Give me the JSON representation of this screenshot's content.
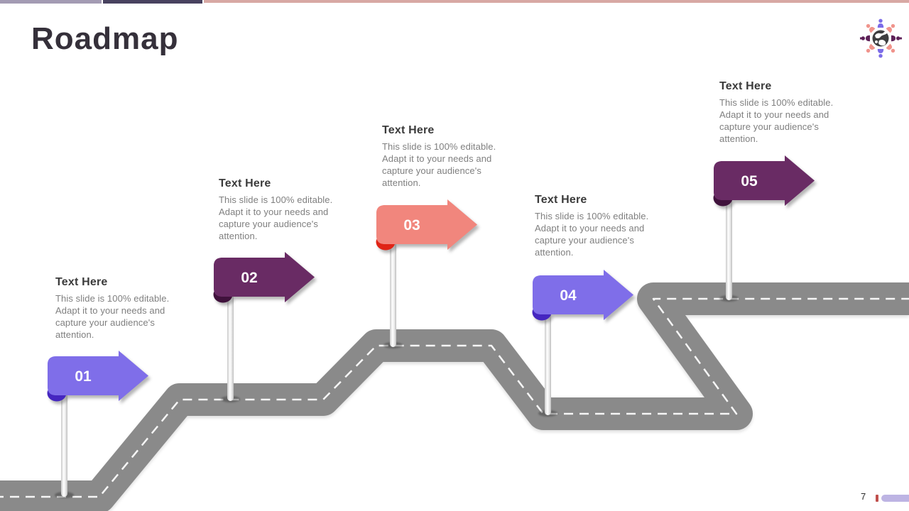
{
  "slide": {
    "title": "Roadmap",
    "page_number": "7"
  },
  "theme": {
    "top_bar_colors": [
      "#A39BB3",
      "#48425F",
      "#D8A8A4"
    ],
    "road_color": "#8A8A8A",
    "road_dash_color": "#FFFFFF",
    "footer_tick_color": "#C0504D",
    "footer_bar_color": "#BDB4E3"
  },
  "icons": {
    "logo": "globe-people-logo"
  },
  "milestones": [
    {
      "number": "01",
      "title": "Text Here",
      "body": "This slide is 100% editable. Adapt it to your needs and capture your audience's attention.",
      "sign_color": "#7F6EE9",
      "fold_color": "#4526C0"
    },
    {
      "number": "02",
      "title": "Text Here",
      "body": "This slide is 100% editable. Adapt it to your needs and capture your audience's attention.",
      "sign_color": "#692B64",
      "fold_color": "#40123C"
    },
    {
      "number": "03",
      "title": "Text Here",
      "body": "This slide is 100% editable. Adapt it to your needs and capture your audience's attention.",
      "sign_color": "#F1867D",
      "fold_color": "#E02416"
    },
    {
      "number": "04",
      "title": "Text Here",
      "body": "This slide is 100% editable. Adapt it to your needs and capture your audience's attention.",
      "sign_color": "#7F6EE9",
      "fold_color": "#4526C0"
    },
    {
      "number": "05",
      "title": "Text Here",
      "body": "This slide is 100% editable. Adapt it to your needs and capture your audience's attention.",
      "sign_color": "#692B64",
      "fold_color": "#40123C"
    }
  ]
}
